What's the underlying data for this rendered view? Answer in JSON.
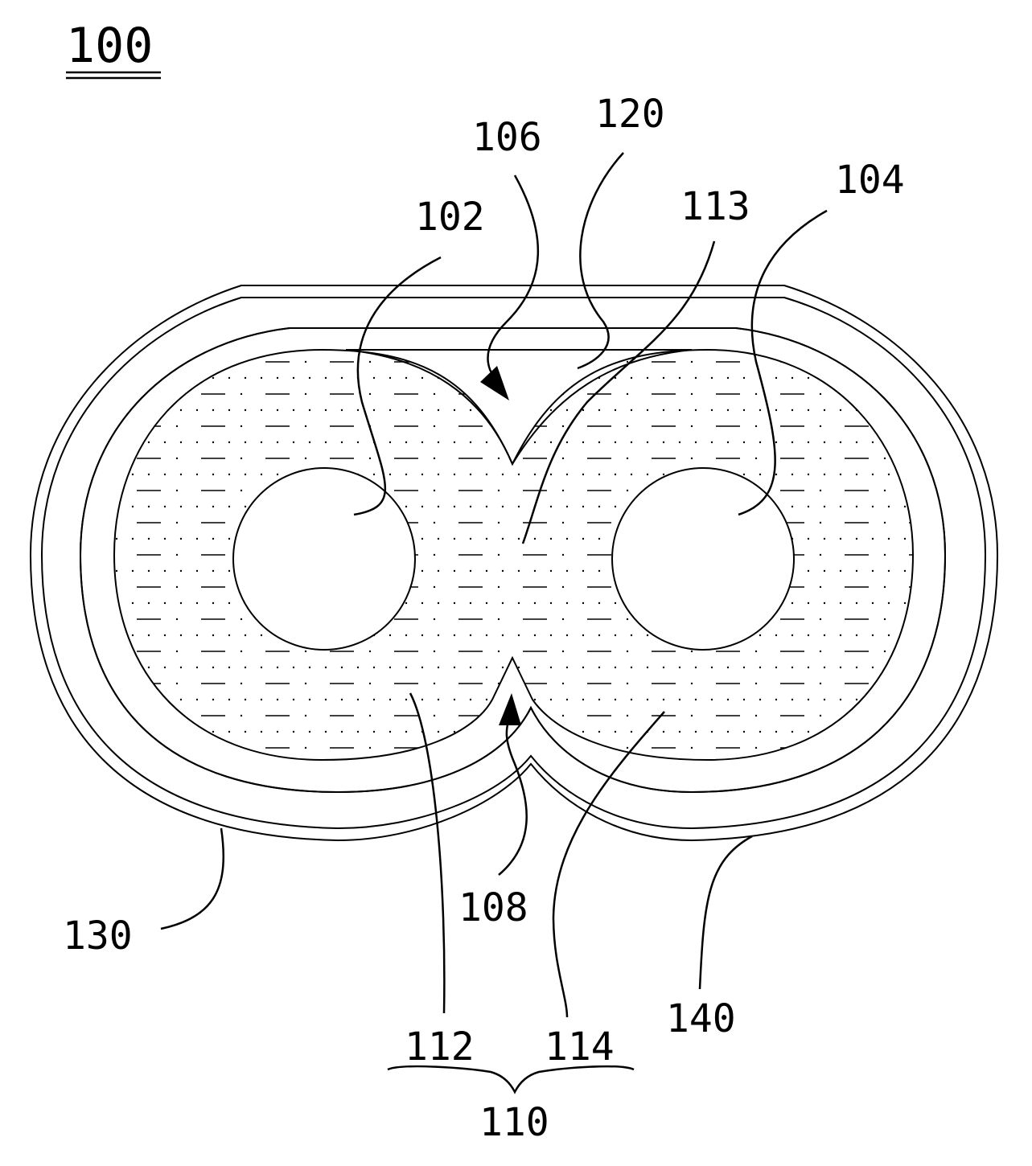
{
  "figure": {
    "number": "100",
    "reference_labels": [
      {
        "id": "102",
        "text": "102"
      },
      {
        "id": "104",
        "text": "104"
      },
      {
        "id": "106",
        "text": "106"
      },
      {
        "id": "108",
        "text": "108"
      },
      {
        "id": "110",
        "text": "110"
      },
      {
        "id": "112",
        "text": "112"
      },
      {
        "id": "113",
        "text": "113"
      },
      {
        "id": "114",
        "text": "114"
      },
      {
        "id": "120",
        "text": "120"
      },
      {
        "id": "130",
        "text": "130"
      },
      {
        "id": "140",
        "text": "140"
      }
    ]
  }
}
